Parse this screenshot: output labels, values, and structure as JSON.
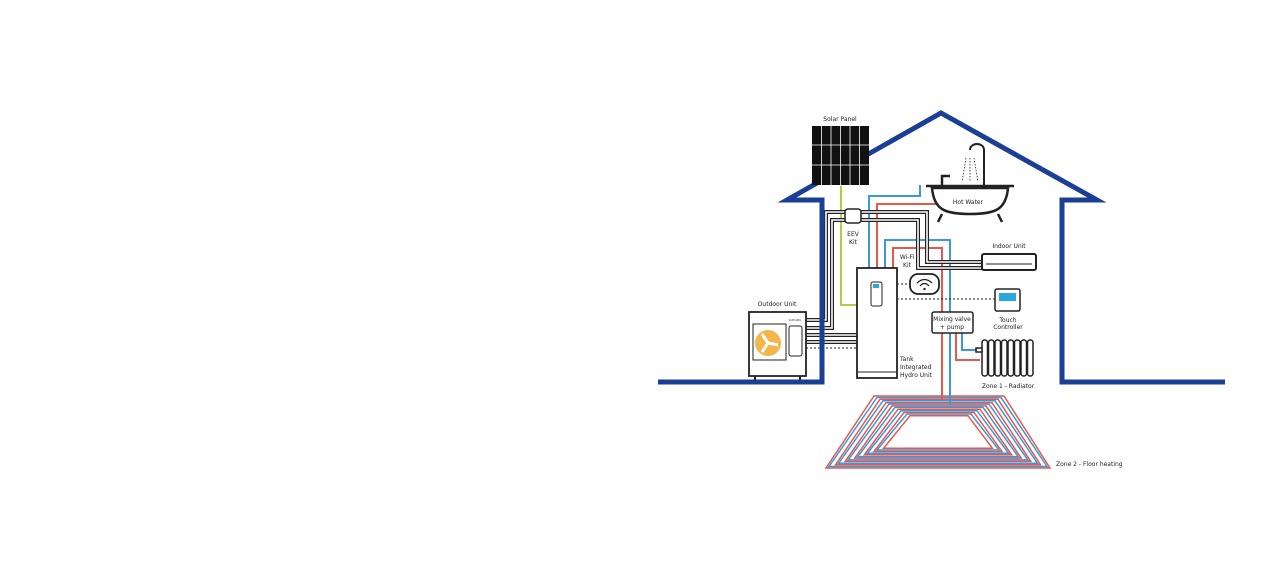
{
  "labels": {
    "solar_panel": "Solar Panel",
    "hot_water": "Hot Water",
    "eev_kit_1": "EEV",
    "eev_kit_2": "Kit",
    "indoor_unit": "Indoor Unit",
    "wifi_kit_1": "Wi-Fi",
    "wifi_kit_2": "Kit",
    "outdoor_unit": "Outdoor Unit",
    "touch_controller_1": "Touch",
    "touch_controller_2": "Controller",
    "mixing_valve_1": "Mixing valve",
    "mixing_valve_2": "+ pump",
    "tank_1": "Tank",
    "tank_2": "Integrated",
    "tank_3": "Hydro Unit",
    "zone1": "Zone 1 - Radiator",
    "zone2": "Zone 2 - Floor heating",
    "brand": "SAMSUNG"
  },
  "colors": {
    "house": "#1a3f94",
    "hot": "#e8574d",
    "cold": "#3a9ad9",
    "solar": "#b5cc3c",
    "fan": "#f2b64a"
  }
}
